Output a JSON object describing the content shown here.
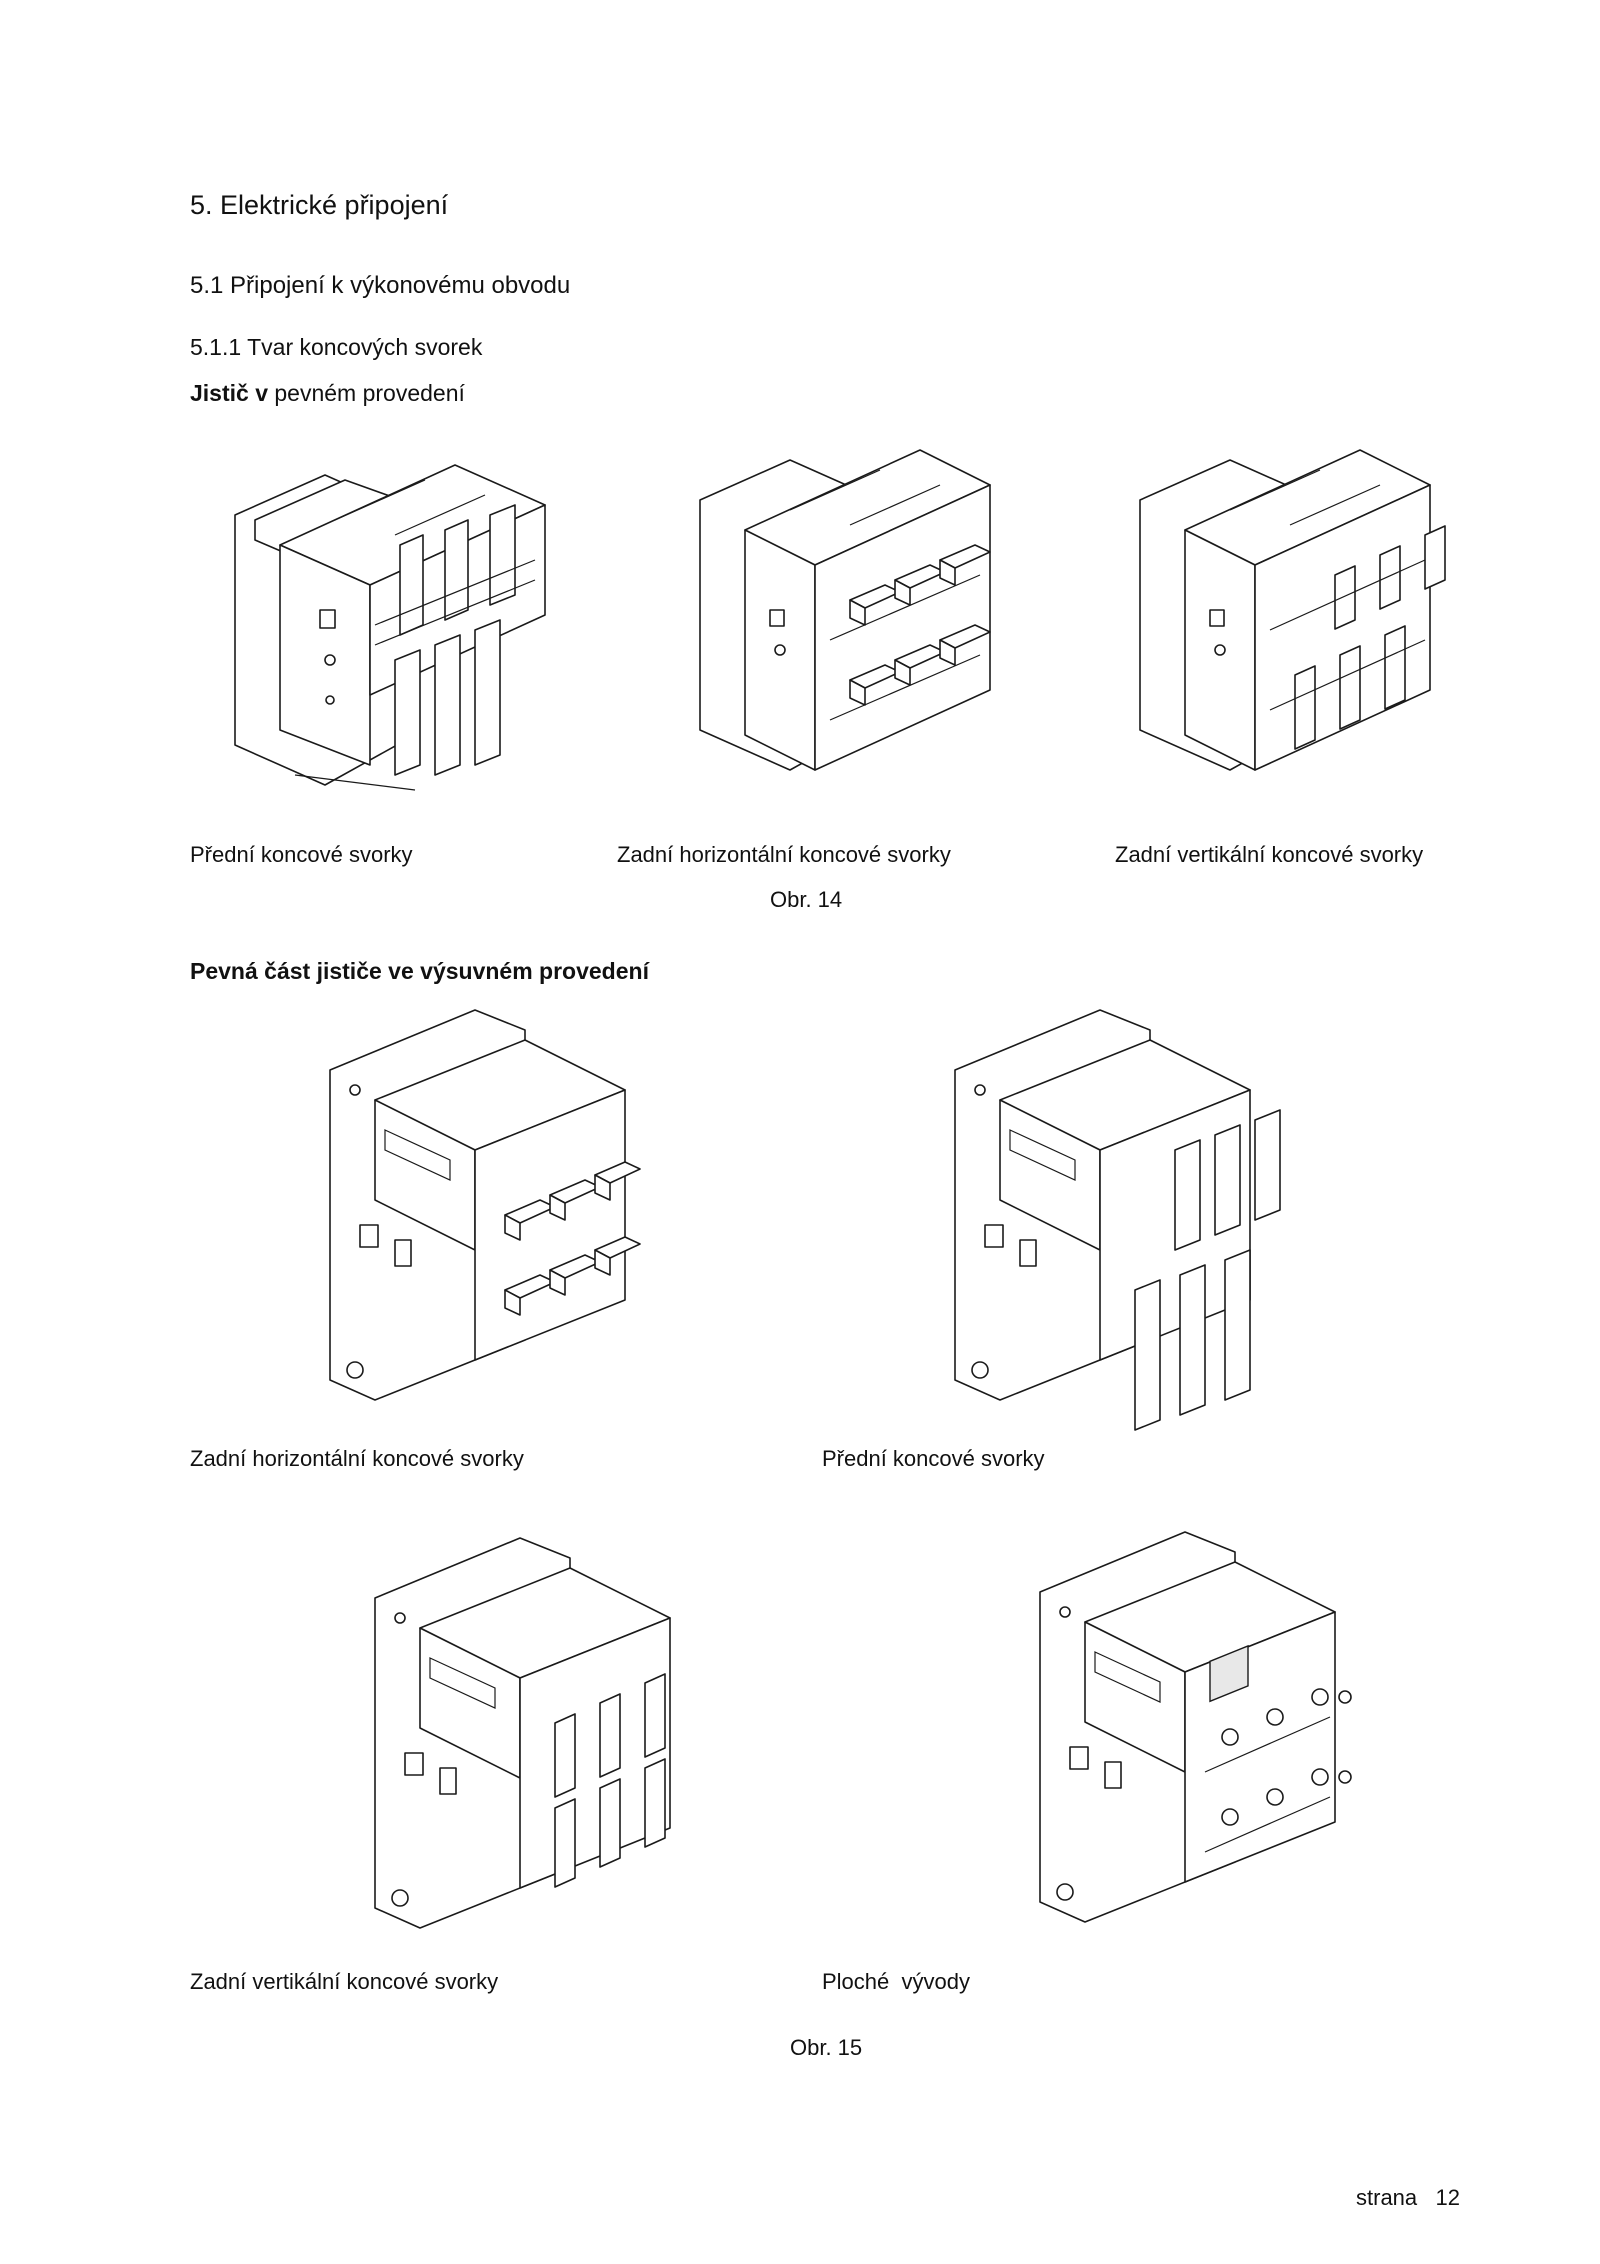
{
  "heading": "5. Elektrické připojení",
  "subheading": "5.1 Připojení k výkonovému obvodu",
  "subsubheading": "5.1.1 Tvar koncových svorek",
  "fixed_line": {
    "bold": "Jistič v",
    "rest": " pevném provedení"
  },
  "fig14": {
    "captions": [
      "Přední koncové svorky",
      "Zadní horizontální koncové svorky",
      "Zadní vertikální koncové svorky"
    ],
    "label": "Obr. 14"
  },
  "withdrawable_heading": "Pevná část jističe ve výsuvném provedení",
  "fig15": {
    "captions": [
      "Zadní horizontální koncové svorky",
      "Přední koncové svorky",
      "Zadní vertikální koncové svorky",
      "Ploché  vývody"
    ],
    "label": "Obr. 15"
  },
  "footer": {
    "label": "strana",
    "number": "12"
  }
}
